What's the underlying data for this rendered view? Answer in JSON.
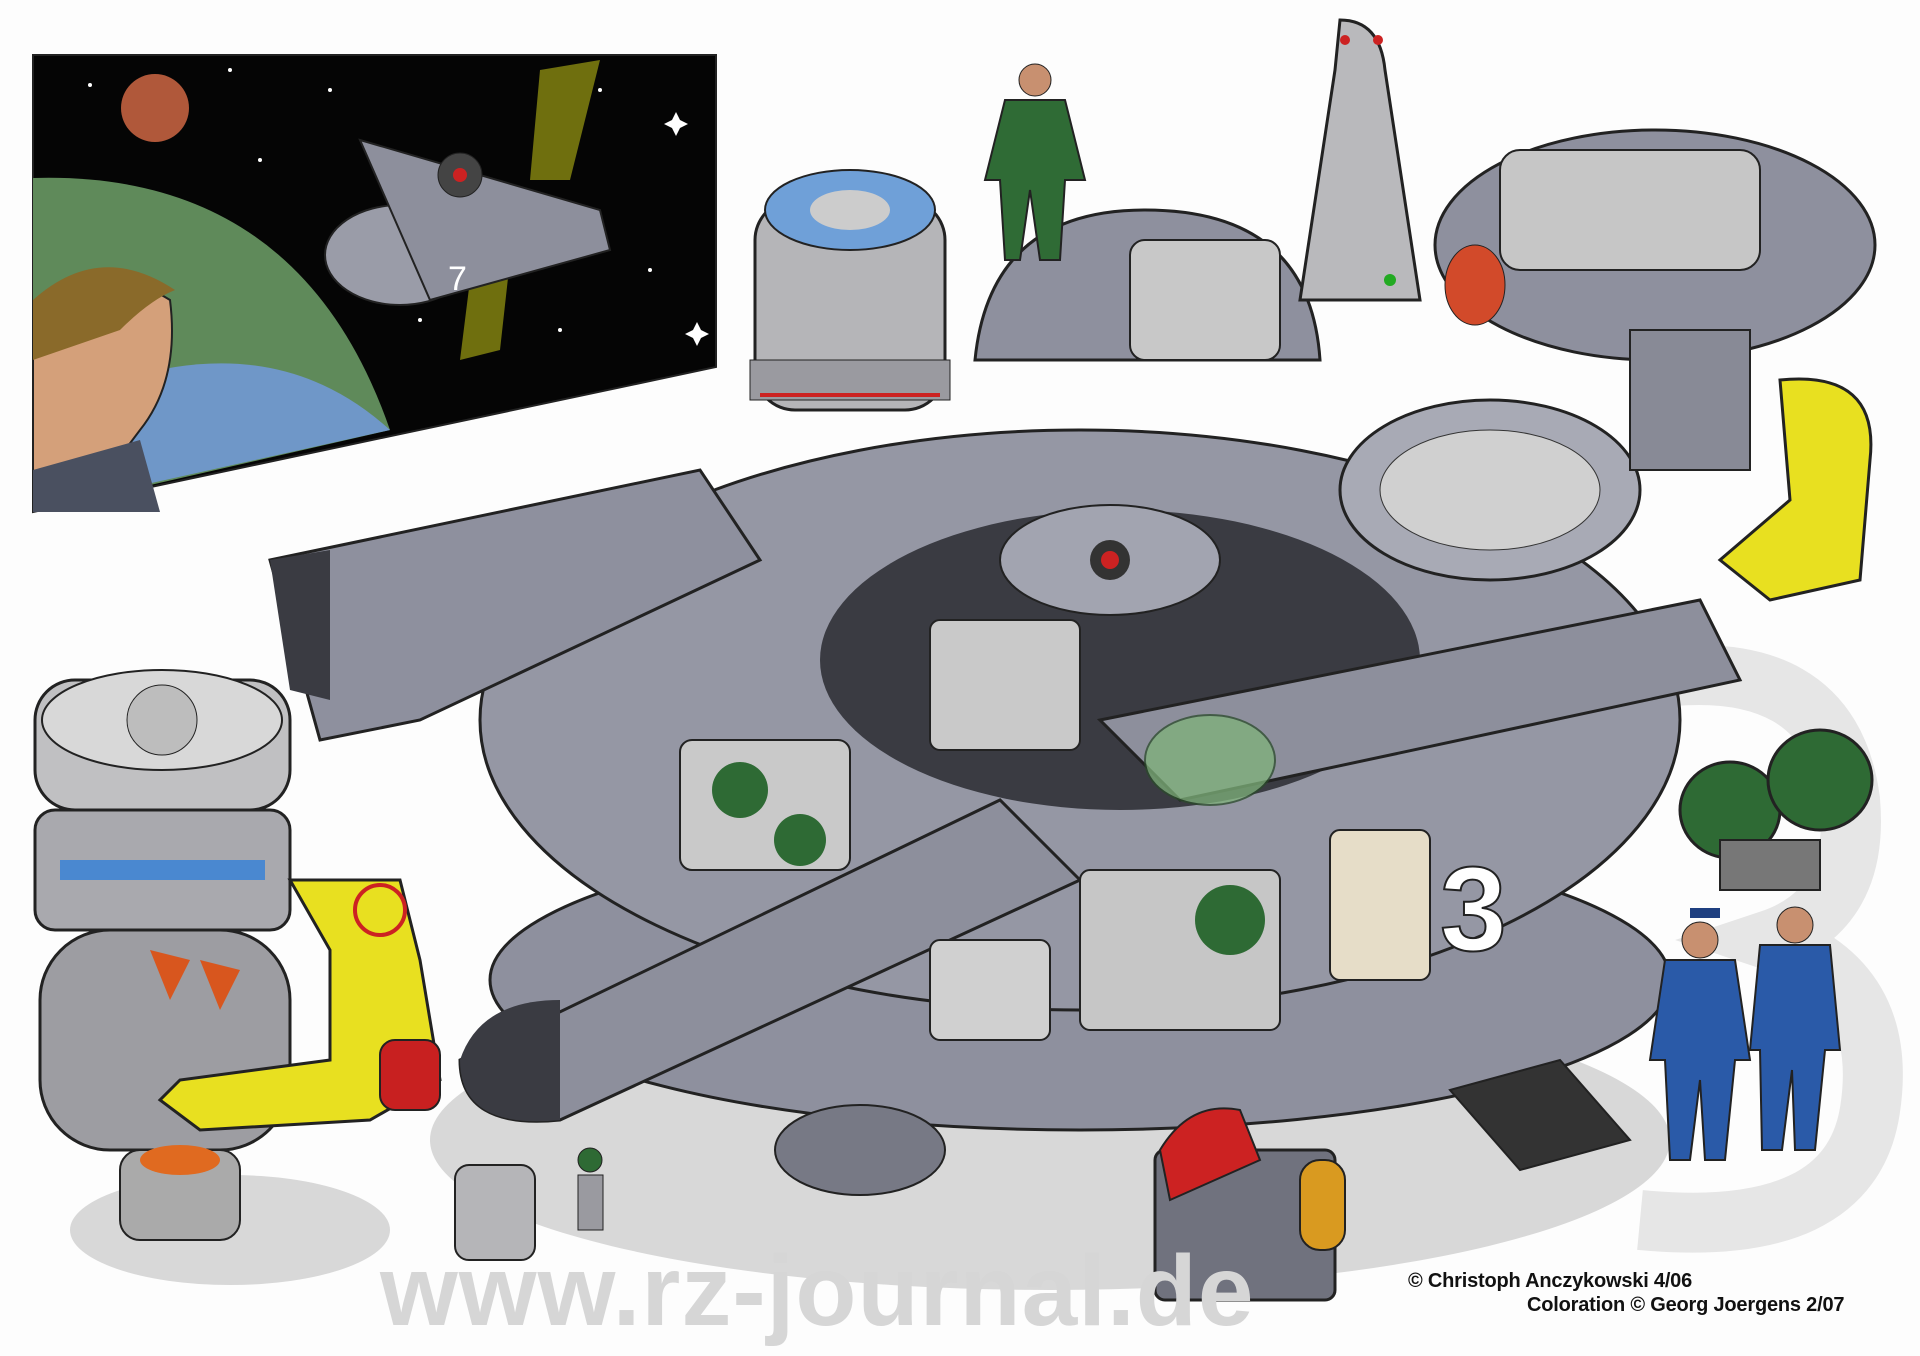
{
  "artwork": {
    "watermark": "www.rz-journal.de",
    "credits": {
      "line1": "© Christoph Anczykowski 4/06",
      "line2": "Coloration © Georg Joergens 2/07"
    },
    "hull_markings": {
      "small_ship_number": "7",
      "main_ship_number": "3"
    },
    "colors": {
      "hull": "#8e909e",
      "hull_dark": "#3a3b42",
      "space": "#050505",
      "planet": "#5f8a5a",
      "yellow_machinery": "#e8e020",
      "uniform_blue": "#2a5aa8",
      "uniform_green": "#2f6b35",
      "tank_green": "#2e6a34"
    }
  }
}
